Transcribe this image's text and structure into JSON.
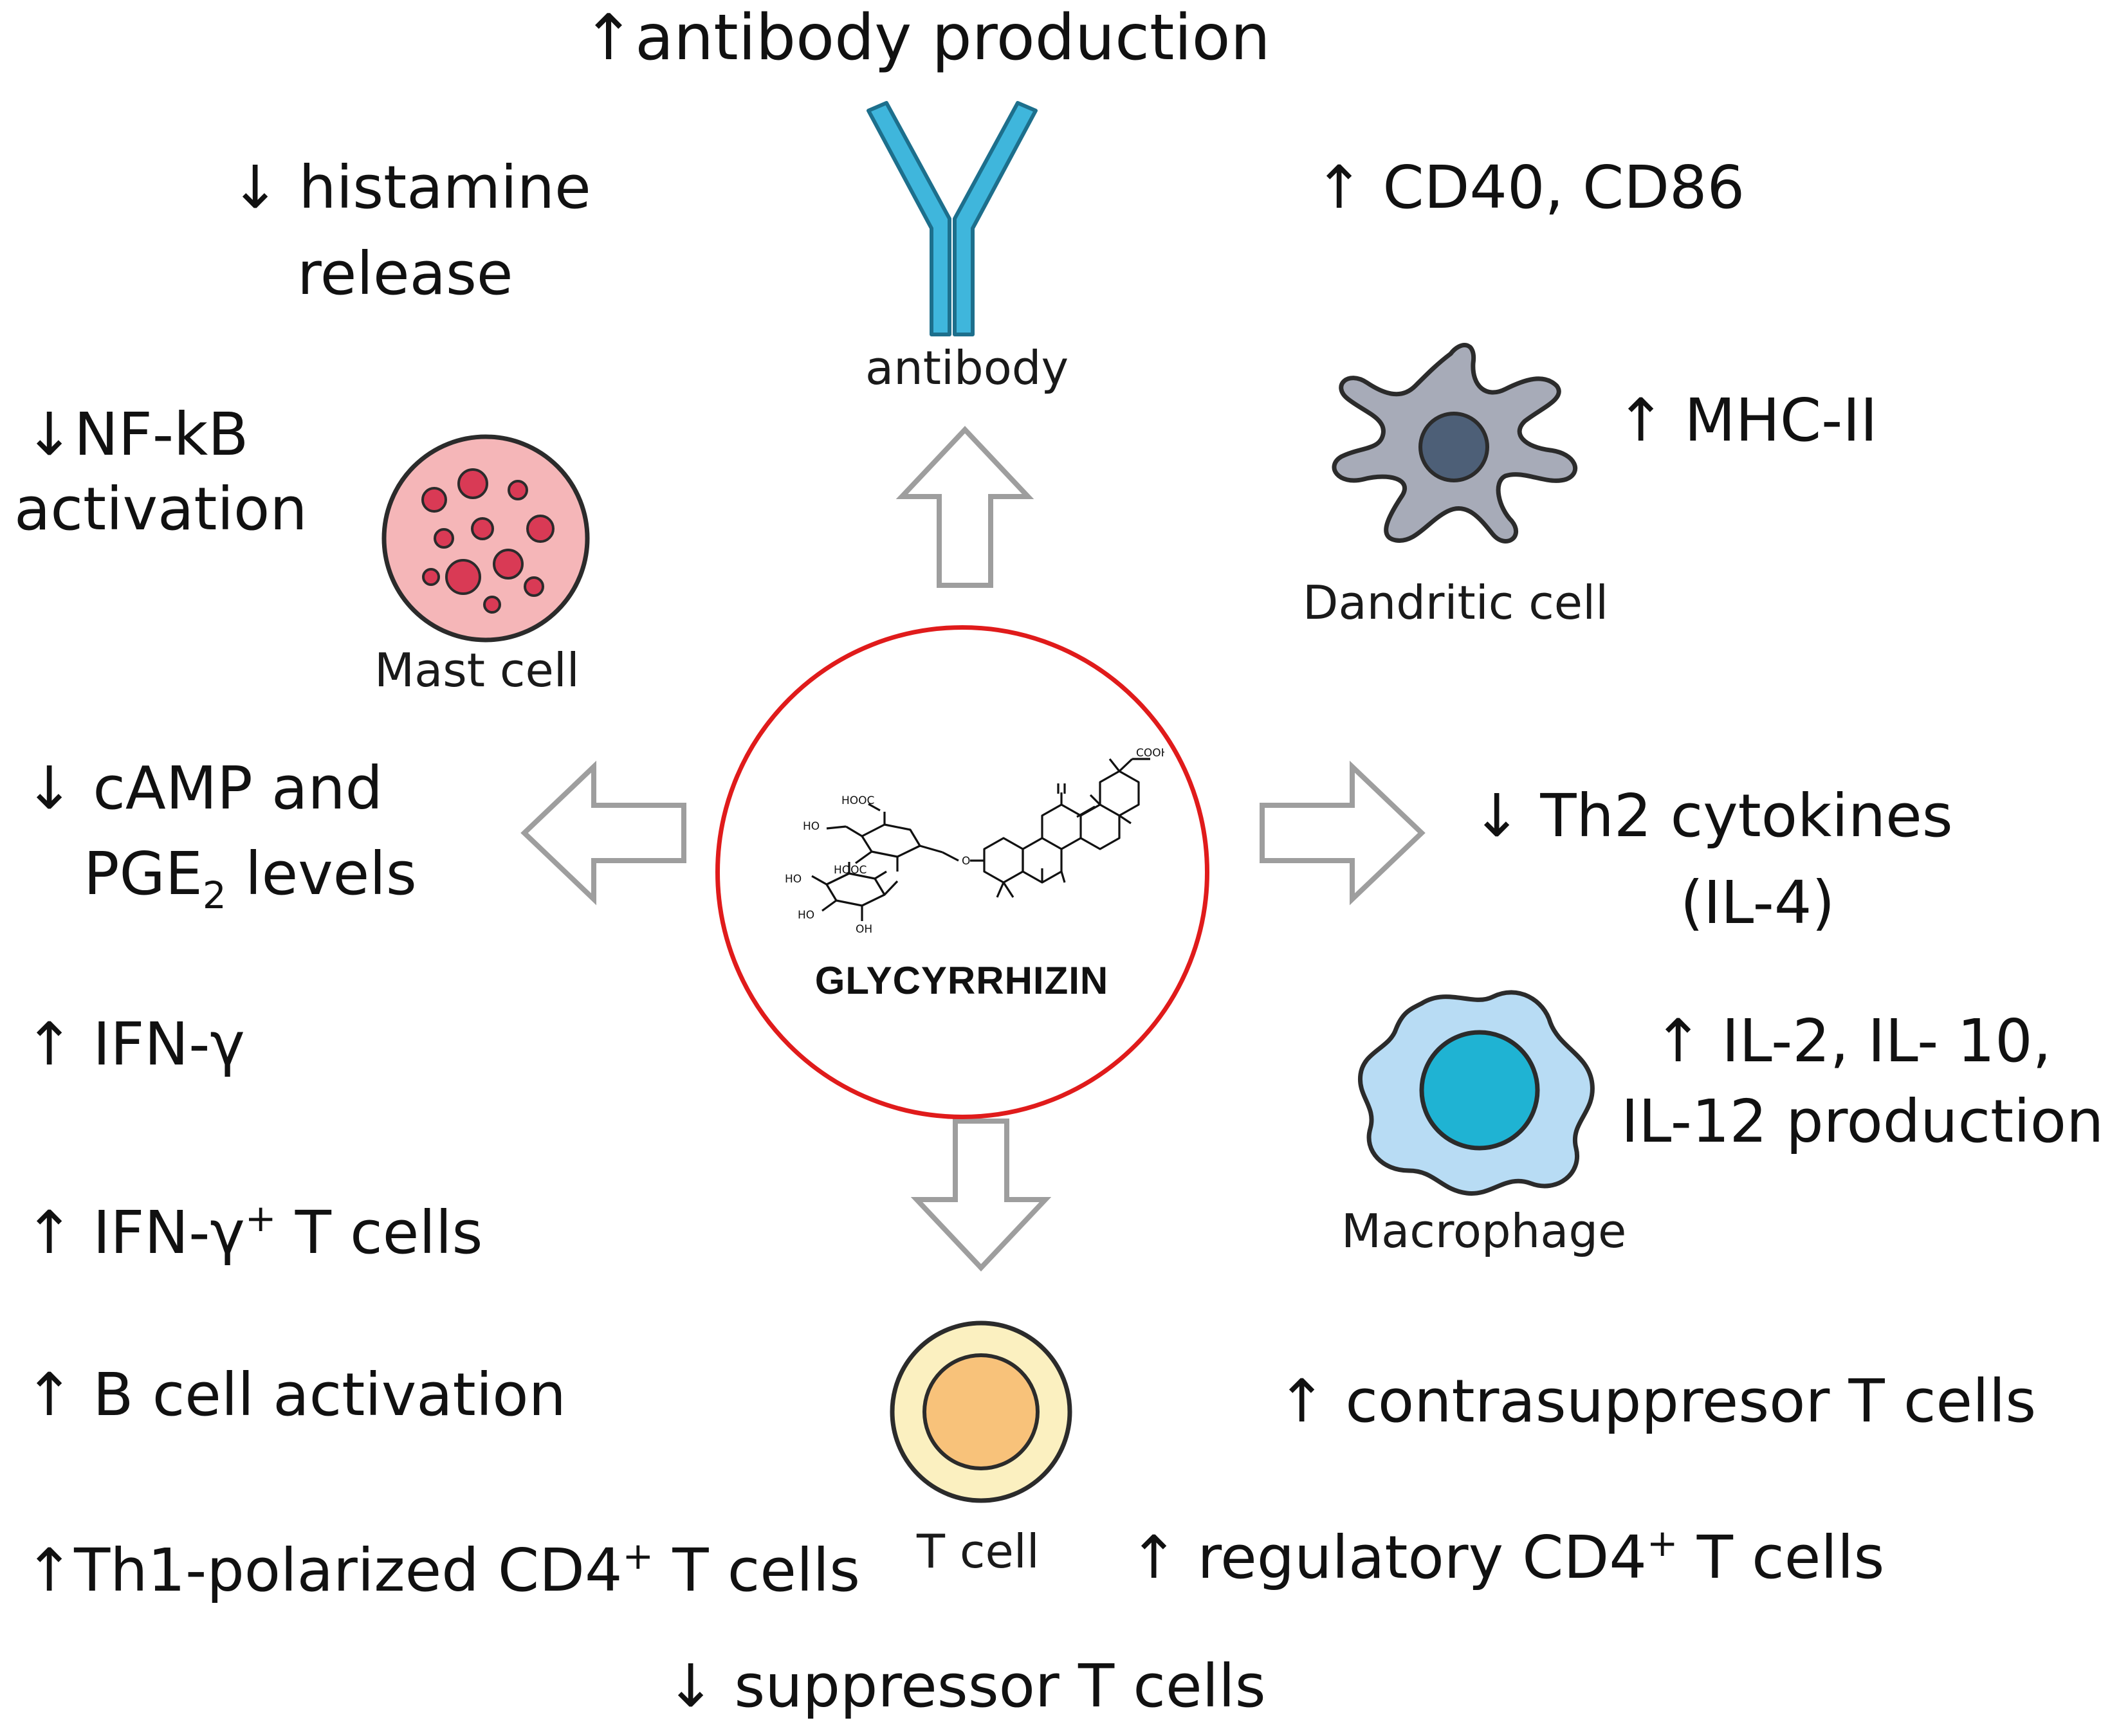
{
  "diagram": {
    "center": {
      "molecule_name": "GLYCYRRHIZIN",
      "group_labels": [
        "COOH",
        "HOOC",
        "HOOC",
        "HO",
        "HO",
        "HO",
        "O",
        "OH"
      ]
    },
    "cells": {
      "antibody": "antibody",
      "mast_cell": "Mast cell",
      "dendritic_cell": "Dandritic cell",
      "macrophage": "Macrophage",
      "t_cell": "T cell"
    },
    "effects": {
      "antibody_production": "↑antibody production",
      "histamine_line1": "↓ histamine",
      "histamine_line2": "release",
      "cd40_cd86": "↑ CD40, CD86",
      "nfkb_line1": "↓NF-kB",
      "nfkb_line2": "activation",
      "mhc2": "↑ MHC-II",
      "camp_line1": "↓ cAMP and",
      "pge_prefix": "PGE",
      "pge_subscript": "2",
      "pge_suffix": " levels",
      "th2_line1": "↓ Th2 cytokines",
      "th2_line2": "(IL-4)",
      "ifn_gamma": "↑ IFN-γ",
      "il_line1": "↑ IL-2, IL- 10,",
      "il_line2": "IL-12 production",
      "ifn_t_prefix": "↑ IFN-γ",
      "ifn_t_superscript": "+",
      "ifn_t_suffix": " T cells",
      "b_cell": "↑ B cell activation",
      "contrasuppressor": "↑ contrasuppresor T cells",
      "th1_prefix": "↑Th1-polarized CD4",
      "th1_superscript": "+",
      "th1_suffix": " T cells",
      "regulatory_prefix": "↑ regulatory CD4",
      "regulatory_superscript": "+",
      "regulatory_suffix": " T cells",
      "suppressor": "↓ suppressor T cells"
    },
    "colors": {
      "circle_border": "#e01b1b",
      "antibody": "#3fb6dc",
      "mast_cell_fill": "#f5b6b8",
      "mast_cell_granule": "#d93a55",
      "dendritic_fill": "#a7abb8",
      "dendritic_nucleus": "#4d5f77",
      "macrophage_fill": "#b8dcf4",
      "macrophage_nucleus": "#1fb3d3",
      "t_cell_outer": "#fbf0c0",
      "t_cell_inner": "#f8c27a",
      "arrow_stroke": "#9e9e9e"
    }
  }
}
